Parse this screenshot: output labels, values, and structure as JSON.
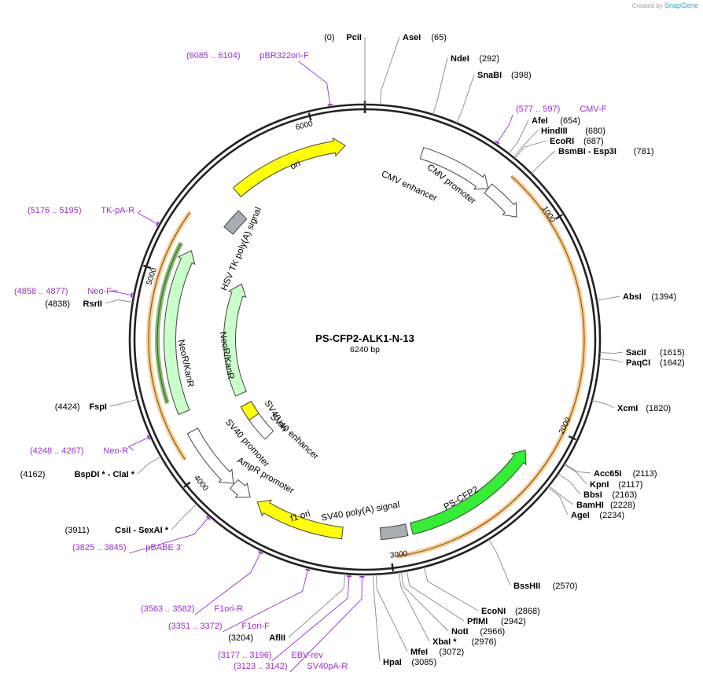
{
  "branding": {
    "created_by": "Created by",
    "product": "SnapGene"
  },
  "plasmid": {
    "name": "PS-CFP2-ALK1-N-13",
    "size_label": "6240 bp",
    "length": 6240
  },
  "ruler_ticks": [
    "1000",
    "2000",
    "3000",
    "4000",
    "5000",
    "6000"
  ],
  "sites": [
    {
      "name": "PciI",
      "pos": "(0)",
      "bp": 0
    },
    {
      "name": "AseI",
      "pos": "(65)",
      "bp": 65
    },
    {
      "name": "NdeI",
      "pos": "(292)",
      "bp": 292
    },
    {
      "name": "SnaBI",
      "pos": "(398)",
      "bp": 398
    },
    {
      "name": "AfeI",
      "pos": "(654)",
      "bp": 654
    },
    {
      "name": "HindIII",
      "pos": "(680)",
      "bp": 680
    },
    {
      "name": "EcoRI",
      "pos": "(687)",
      "bp": 687
    },
    {
      "name": "BsmBI - Esp3I",
      "pos": "(781)",
      "bp": 781
    },
    {
      "name": "AbsI",
      "pos": "(1394)",
      "bp": 1394
    },
    {
      "name": "SacII",
      "pos": "(1615)",
      "bp": 1615
    },
    {
      "name": "PaqCI",
      "pos": "(1642)",
      "bp": 1642
    },
    {
      "name": "XcmI",
      "pos": "(1820)",
      "bp": 1820
    },
    {
      "name": "Acc65I",
      "pos": "(2113)",
      "bp": 2113
    },
    {
      "name": "KpnI",
      "pos": "(2117)",
      "bp": 2117
    },
    {
      "name": "BbsI",
      "pos": "(2163)",
      "bp": 2163
    },
    {
      "name": "BamHI",
      "pos": "(2228)",
      "bp": 2228
    },
    {
      "name": "AgeI",
      "pos": "(2234)",
      "bp": 2234
    },
    {
      "name": "BssHII",
      "pos": "(2570)",
      "bp": 2570
    },
    {
      "name": "EcoNI",
      "pos": "(2868)",
      "bp": 2868
    },
    {
      "name": "PflMI",
      "pos": "(2942)",
      "bp": 2942
    },
    {
      "name": "NotI",
      "pos": "(2966)",
      "bp": 2966
    },
    {
      "name": "XbaI *",
      "pos": "(2976)",
      "bp": 2976
    },
    {
      "name": "MfeI",
      "pos": "(3072)",
      "bp": 3072
    },
    {
      "name": "HpaI",
      "pos": "(3085)",
      "bp": 3085
    },
    {
      "name": "AflII",
      "pos": "(3204)",
      "bp": 3204
    },
    {
      "name": "CsiI - SexAI *",
      "pos": "(3911)",
      "bp": 3911
    },
    {
      "name": "BspDI * - ClaI *",
      "pos": "(4162)",
      "bp": 4162
    },
    {
      "name": "FspI",
      "pos": "(4424)",
      "bp": 4424
    },
    {
      "name": "RsrII",
      "pos": "(4838)",
      "bp": 4838
    }
  ],
  "primers": [
    {
      "name": "pBR322ori-F",
      "range": "(6085 .. 6104)",
      "bp": 6094
    },
    {
      "name": "CMV-F",
      "range": "(577 .. 597)",
      "bp": 587
    },
    {
      "name": "TK-pA-R",
      "range": "(5176 .. 5195)",
      "bp": 5185
    },
    {
      "name": "Neo-F",
      "range": "(4858 .. 4877)",
      "bp": 4867
    },
    {
      "name": "Neo-R",
      "range": "(4248 .. 4267)",
      "bp": 4257
    },
    {
      "name": "pBABE 3'",
      "range": "(3825 .. 3845)",
      "bp": 3835
    },
    {
      "name": "F1ori-R",
      "range": "(3563 .. 3582)",
      "bp": 3572
    },
    {
      "name": "F1ori-F",
      "range": "(3351 .. 3372)",
      "bp": 3361
    },
    {
      "name": "EBV-rev",
      "range": "(3177 .. 3196)",
      "bp": 3186
    },
    {
      "name": "SV40pA-R",
      "range": "(3123 .. 3142)",
      "bp": 3132
    }
  ],
  "features": [
    {
      "name": "CMV enhancer",
      "type": "enhancer",
      "color": "#ffffff"
    },
    {
      "name": "CMV promoter",
      "type": "promoter",
      "color": "#ffffff"
    },
    {
      "name": "PS-CFP2",
      "type": "cds",
      "color": "#33ee33"
    },
    {
      "name": "SV40 poly(A) signal",
      "type": "terminator",
      "color": "#a8adb4"
    },
    {
      "name": "f1 ori",
      "type": "origin",
      "color": "#ffff00"
    },
    {
      "name": "AmpR promoter",
      "type": "promoter",
      "color": "#ffffff"
    },
    {
      "name": "SV40 promoter",
      "type": "promoter",
      "color": "#ffffff"
    },
    {
      "name": "SV40 enhancer",
      "type": "enhancer",
      "color": "#ffffff"
    },
    {
      "name": "SV40 ori",
      "type": "origin",
      "color": "#ffff00"
    },
    {
      "name": "NeoR/KanR",
      "type": "cds",
      "color": "#c9ffc9"
    },
    {
      "name": "HSV TK poly(A) signal",
      "type": "terminator",
      "color": "#a8adb4"
    },
    {
      "name": "ori",
      "type": "origin",
      "color": "#ffff00"
    }
  ],
  "colors": {
    "primer": "#9a2ed0",
    "orf": "#f5a640",
    "cds_dark": "#2b7a0b"
  }
}
